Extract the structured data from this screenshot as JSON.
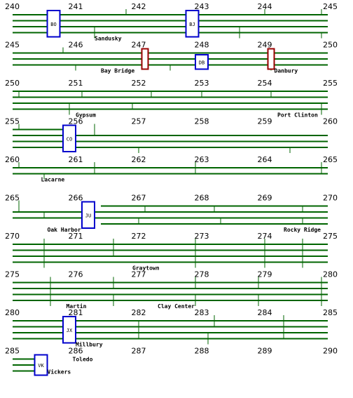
{
  "colors": {
    "track": "#006400",
    "interlocking": "#0000cc",
    "bridge": "#990000",
    "text": "#000000"
  },
  "segments": [
    {
      "milepost_labels": [
        "240",
        "241",
        "242",
        "243",
        "244",
        "245"
      ],
      "start": 240,
      "end": 245,
      "tracks": 4,
      "ties": [
        {
          "mp": 241.8,
          "t": "A",
          "b": 0
        },
        {
          "mp": 244.0,
          "t": "A",
          "b": 0
        },
        {
          "mp": 244.9,
          "t": "A",
          "b": 0
        },
        {
          "mp": 241.3,
          "t": 2,
          "b": "B"
        },
        {
          "mp": 243.6,
          "t": 2,
          "b": "B"
        },
        {
          "mp": 244.9,
          "t": 3,
          "b": "B"
        }
      ],
      "stations": [
        {
          "code": "BO",
          "mp": 240.65,
          "from": 0,
          "to": 3,
          "kind": "interlocking"
        },
        {
          "code": "BJ",
          "mp": 242.85,
          "from": 0,
          "to": 3,
          "kind": "interlocking"
        }
      ],
      "names": [
        {
          "text": "Sandusky",
          "mp": 241.3
        }
      ]
    },
    {
      "milepost_labels": [
        "245",
        "246",
        "247",
        "248",
        "249",
        "250"
      ],
      "start": 245,
      "end": 250,
      "tracks": 3,
      "ties": [
        {
          "mp": 245.8,
          "t": "A",
          "b": 0
        },
        {
          "mp": 246.0,
          "t": 2,
          "b": "B"
        },
        {
          "mp": 247.5,
          "t": 2,
          "b": "B"
        },
        {
          "mp": 249.1,
          "t": 2,
          "b": "B"
        }
      ],
      "stations": [
        {
          "code": "",
          "mp": 247.1,
          "from": 0,
          "to": 2,
          "kind": "bridge"
        },
        {
          "code": "DB",
          "mp": 248.0,
          "from": 1,
          "to": 2,
          "kind": "interlocking"
        },
        {
          "code": "",
          "mp": 249.1,
          "from": 0,
          "to": 2,
          "kind": "bridge"
        }
      ],
      "names": [
        {
          "text": "Bay Bridge",
          "mp": 246.4
        },
        {
          "text": "Danbury",
          "mp": 249.15
        }
      ]
    },
    {
      "milepost_labels": [
        "250",
        "251",
        "252",
        "253",
        "254",
        "255"
      ],
      "start": 250,
      "end": 255,
      "tracks": 4,
      "ties": [
        {
          "mp": 250.1,
          "t": 0,
          "b": 1
        },
        {
          "mp": 251.1,
          "t": 0,
          "b": 1
        },
        {
          "mp": 252.2,
          "t": 0,
          "b": 1
        },
        {
          "mp": 253.0,
          "t": 0,
          "b": 1
        },
        {
          "mp": 254.1,
          "t": 0,
          "b": 1
        },
        {
          "mp": 250.9,
          "t": 2,
          "b": "B"
        },
        {
          "mp": 251.9,
          "t": 2,
          "b": 3
        },
        {
          "mp": 254.9,
          "t": 2,
          "b": "B"
        }
      ],
      "stations": [],
      "names": [
        {
          "text": "Gypsum",
          "mp": 251.0
        },
        {
          "text": "Port Clinton",
          "mp": 254.2
        }
      ]
    },
    {
      "milepost_labels": [
        "255",
        "256",
        "257",
        "258",
        "259",
        "260"
      ],
      "start": 255,
      "end": 260,
      "tracks": 4,
      "tracks_from": [
        {
          "track": 0,
          "from": 255,
          "to": 256
        }
      ],
      "ties": [
        {
          "mp": 255.1,
          "t": "A",
          "b": 0
        },
        {
          "mp": 256.3,
          "t": "A",
          "b": 1
        },
        {
          "mp": 257.0,
          "t": 3,
          "b": "B"
        },
        {
          "mp": 259.4,
          "t": 3,
          "b": "B"
        }
      ],
      "stations": [
        {
          "code": "CO",
          "mp": 255.9,
          "from": 0,
          "to": 3,
          "kind": "interlocking"
        }
      ],
      "names": []
    },
    {
      "milepost_labels": [
        "260",
        "261",
        "262",
        "263",
        "264",
        "265"
      ],
      "start": 260,
      "end": 265,
      "tracks": 2,
      "ties": [
        {
          "mp": 260.1,
          "t": "A",
          "b": 0
        },
        {
          "mp": 261.3,
          "t": "A",
          "b": 1
        },
        {
          "mp": 262.9,
          "t": "A",
          "b": 1
        },
        {
          "mp": 264.9,
          "t": "A",
          "b": 1
        },
        {
          "mp": 260.5,
          "t": 1,
          "b": "B"
        }
      ],
      "stations": [],
      "names": [
        {
          "text": "Lacarne",
          "mp": 260.45
        }
      ]
    },
    {
      "milepost_labels": [
        "265",
        "266",
        "267",
        "268",
        "269",
        "270"
      ],
      "start": 265,
      "end": 270,
      "tracks": 4,
      "tracks_from": [
        {
          "track": 0,
          "from": 266.4,
          "to": 270
        },
        {
          "track": 3,
          "from": 266.4,
          "to": 270
        }
      ],
      "ties": [
        {
          "mp": 265.1,
          "t": "A",
          "b": 1
        },
        {
          "mp": 267.1,
          "t": 0,
          "b": 1
        },
        {
          "mp": 268.2,
          "t": 0,
          "b": 1
        },
        {
          "mp": 269.6,
          "t": 0,
          "b": 1
        },
        {
          "mp": 265.5,
          "t": 1,
          "b": 2
        },
        {
          "mp": 267.0,
          "t": 2,
          "b": 3
        },
        {
          "mp": 268.3,
          "t": 2,
          "b": 3
        },
        {
          "mp": 269.6,
          "t": 2,
          "b": 3
        }
      ],
      "stations": [
        {
          "code": "JU",
          "mp": 266.2,
          "from": 0,
          "to": 3,
          "kind": "interlocking"
        }
      ],
      "names": [
        {
          "text": "Oak Harbor",
          "mp": 265.55
        },
        {
          "text": "Rocky Ridge",
          "mp": 269.3
        }
      ]
    },
    {
      "milepost_labels": [
        "270",
        "271",
        "272",
        "273",
        "274",
        "275"
      ],
      "start": 270,
      "end": 275,
      "tracks": 4,
      "ties": [
        {
          "mp": 270.5,
          "t": "A",
          "b": "B"
        },
        {
          "mp": 271.6,
          "t": "A",
          "b": 2
        },
        {
          "mp": 272.9,
          "t": "A",
          "b": "B"
        },
        {
          "mp": 274.0,
          "t": "A",
          "b": "B"
        },
        {
          "mp": 274.6,
          "t": "A",
          "b": "B"
        }
      ],
      "stations": [],
      "names": [
        {
          "text": "Graytown",
          "mp": 271.9
        }
      ]
    },
    {
      "milepost_labels": [
        "275",
        "276",
        "277",
        "278",
        "279",
        "280"
      ],
      "start": 275,
      "end": 280,
      "tracks": 4,
      "ties": [
        {
          "mp": 275.6,
          "t": "A",
          "b": "B"
        },
        {
          "mp": 276.6,
          "t": "A",
          "b": 1
        },
        {
          "mp": 277.9,
          "t": "A",
          "b": 1
        },
        {
          "mp": 278.9,
          "t": "A",
          "b": 1
        },
        {
          "mp": 279.9,
          "t": "A",
          "b": "B"
        },
        {
          "mp": 276.6,
          "t": 2,
          "b": "B"
        },
        {
          "mp": 277.9,
          "t": 2,
          "b": "B"
        },
        {
          "mp": 278.9,
          "t": 2,
          "b": "B"
        }
      ],
      "stations": [],
      "names": [
        {
          "text": "Martin",
          "mp": 275.85
        },
        {
          "text": "Clay Center",
          "mp": 277.3
        }
      ]
    },
    {
      "milepost_labels": [
        "280",
        "281",
        "282",
        "283",
        "284",
        "285"
      ],
      "start": 280,
      "end": 285,
      "tracks": 4,
      "ties": [
        {
          "mp": 282.0,
          "t": 0,
          "b": 3
        },
        {
          "mp": 283.2,
          "t": "A",
          "b": 1
        },
        {
          "mp": 284.3,
          "t": "A",
          "b": 3
        },
        {
          "mp": 283.1,
          "t": 2,
          "b": "B"
        }
      ],
      "stations": [
        {
          "code": "JX",
          "mp": 280.9,
          "from": 0,
          "to": 3,
          "kind": "interlocking"
        }
      ],
      "names": [
        {
          "text": "Millbury",
          "mp": 281.0
        }
      ]
    },
    {
      "milepost_labels": [
        "285",
        "286",
        "287",
        "288",
        "289",
        "290"
      ],
      "start": 285,
      "end": 290,
      "tracks": 3,
      "tracks_from": [
        {
          "track": 0,
          "from": 285,
          "to": 285.45
        },
        {
          "track": 1,
          "from": 285,
          "to": 285.45
        },
        {
          "track": 2,
          "from": 285,
          "to": 285.45
        }
      ],
      "ties": [],
      "stations": [
        {
          "code": "VK",
          "mp": 285.45,
          "from": 0,
          "to": 2,
          "kind": "interlocking"
        }
      ],
      "names": [
        {
          "text": "Toledo",
          "mp": 285.95,
          "row": 0
        },
        {
          "text": "Vickers",
          "mp": 285.55,
          "row": 2
        }
      ]
    }
  ]
}
